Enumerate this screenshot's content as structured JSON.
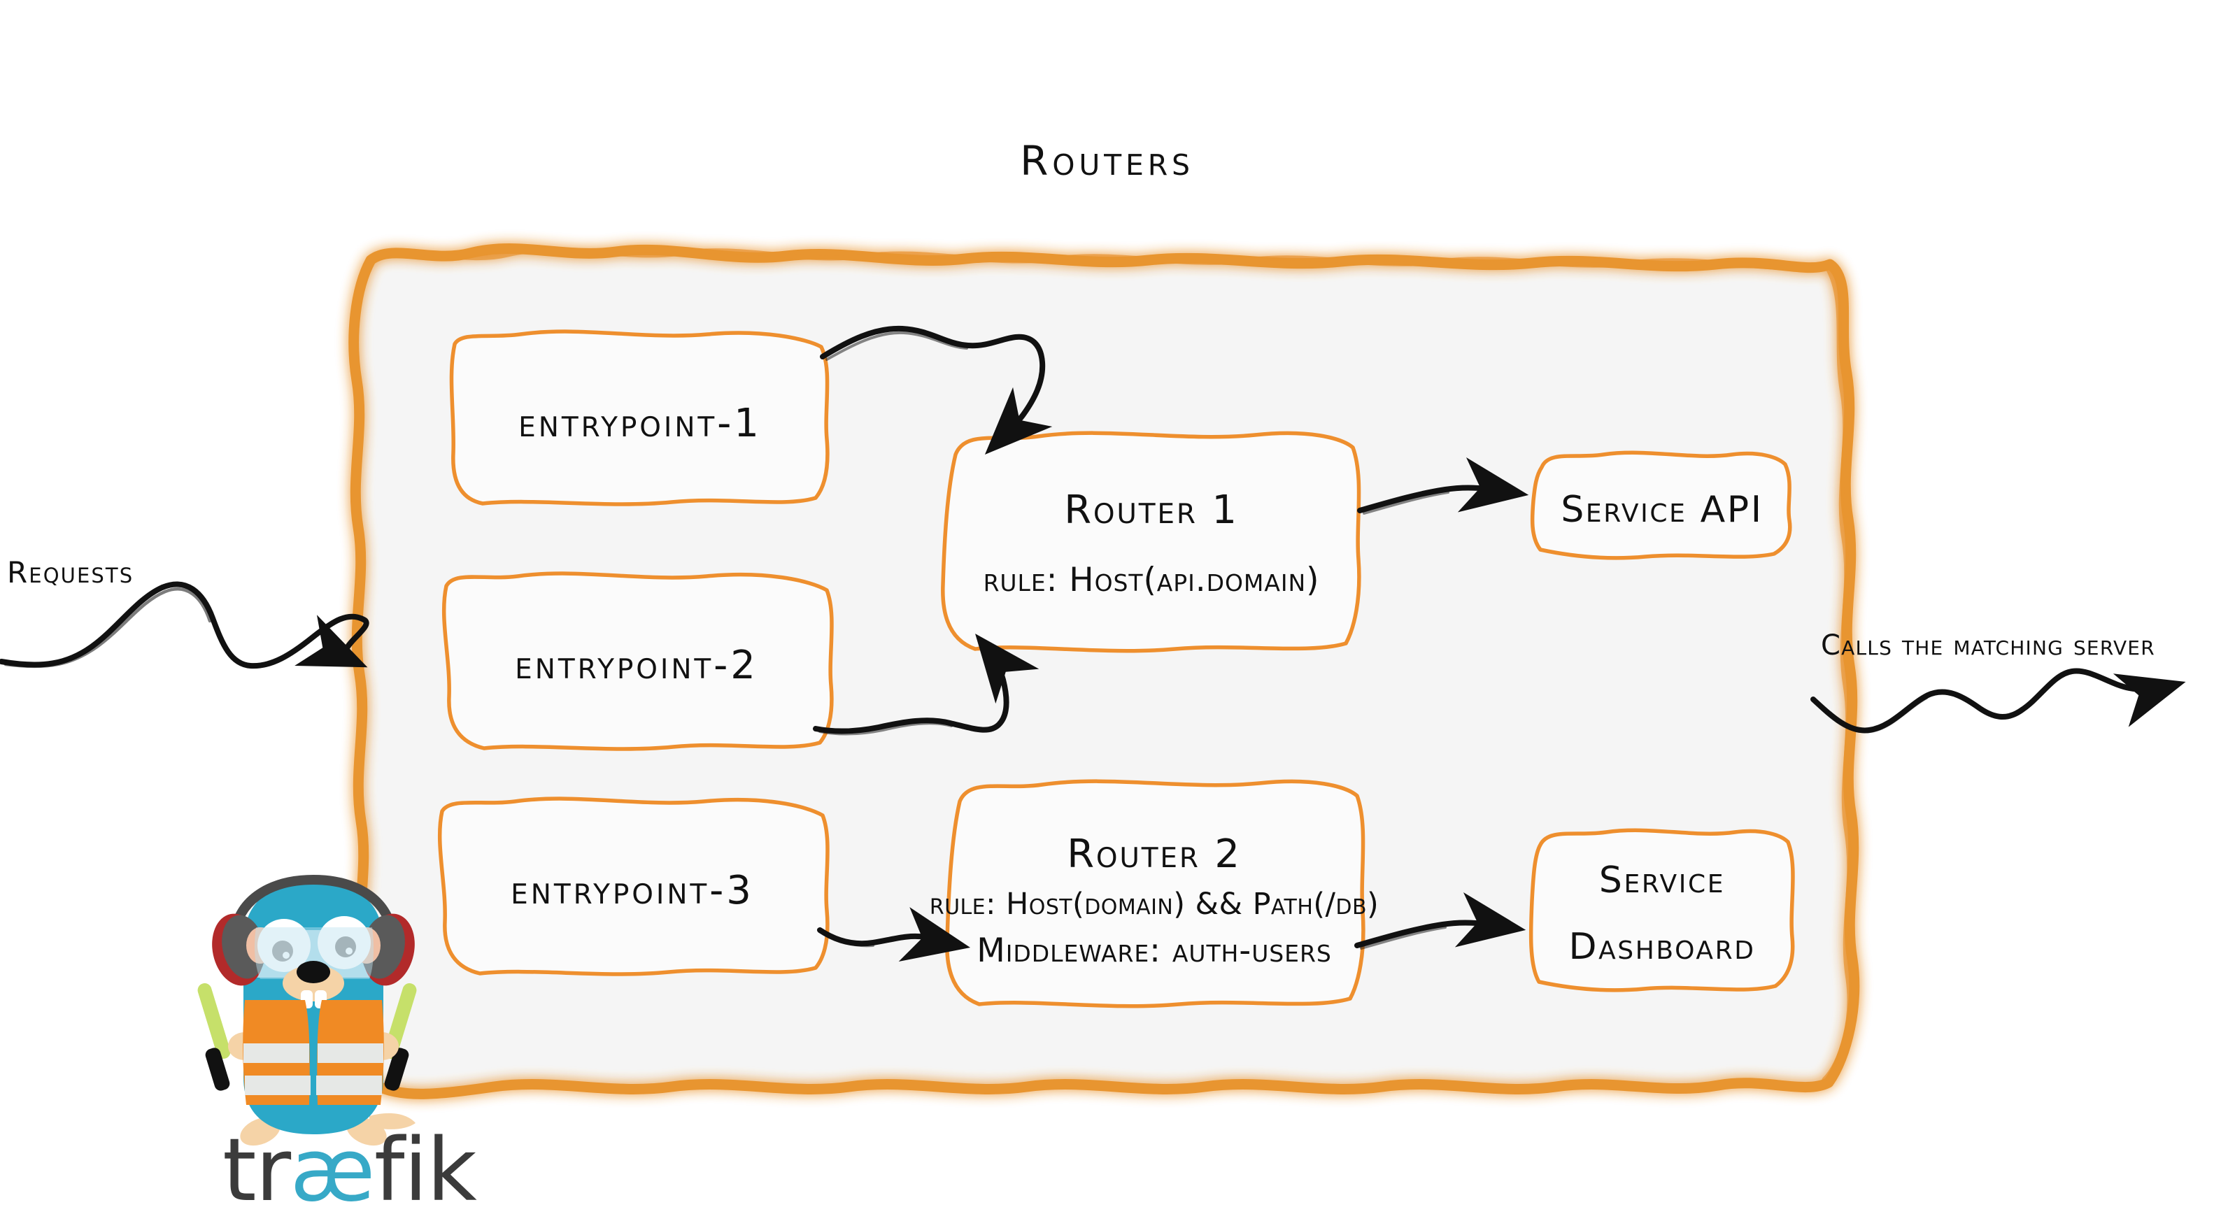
{
  "diagram": {
    "title": "Routers",
    "kind": "traefik-routers-architecture"
  },
  "colors": {
    "outer_border_orange": "#E8922C",
    "inner_border_orange": "#EE8F2E",
    "container_fill": "#F5F5F5",
    "box_fill": "#FBFBFB",
    "ink_black": "#111111",
    "gopher_body_cyan": "#2BA8C8",
    "vest_orange": "#F08A24",
    "vest_stripe": "#E6E8E6",
    "headphone_gray": "#5A5A5A",
    "headphone_red": "#B22A2A",
    "wand_green": "#C6E06A",
    "skin_tan": "#F5D3A7",
    "wordmark_dark": "#3B3B3B",
    "wordmark_cyan": "#37A9C7"
  },
  "entrypoints": [
    {
      "id": "entrypoint-1",
      "label": "entrypoint-1"
    },
    {
      "id": "entrypoint-2",
      "label": "entrypoint-2"
    },
    {
      "id": "entrypoint-3",
      "label": "entrypoint-3"
    }
  ],
  "routers": [
    {
      "id": "router-1",
      "title": "Router 1",
      "lines": [
        {
          "key": "rule",
          "text": "rule: Host(api.domain)"
        }
      ]
    },
    {
      "id": "router-2",
      "title": "Router 2",
      "lines": [
        {
          "key": "rule",
          "text": "rule: Host(domain) && Path(/db)"
        },
        {
          "key": "middleware",
          "text": "Middleware: auth-users"
        }
      ]
    }
  ],
  "services": [
    {
      "id": "service-api",
      "lines": [
        "Service API"
      ]
    },
    {
      "id": "service-dashboard",
      "lines": [
        "Service",
        "Dashboard"
      ]
    }
  ],
  "annotations": {
    "requests": "Requests",
    "calls_the_matching_server": "Calls the matching server"
  },
  "logo": {
    "wordmark_prefix": "tr",
    "wordmark_ligature": "æ",
    "wordmark_suffix": "fik",
    "mascot": "traefik-gopher-mascot"
  },
  "icons": {
    "arrow_ep1_to_router1": "squiggly-arrow-icon",
    "arrow_ep2_to_router1": "squiggly-arrow-icon",
    "arrow_ep3_to_router2": "squiggly-arrow-icon",
    "arrow_router1_to_service_api": "squiggly-arrow-icon",
    "arrow_router2_to_service_dashboard": "squiggly-arrow-icon",
    "arrow_requests_in": "squiggly-arrow-icon",
    "arrow_calls_out": "squiggly-arrow-icon"
  }
}
